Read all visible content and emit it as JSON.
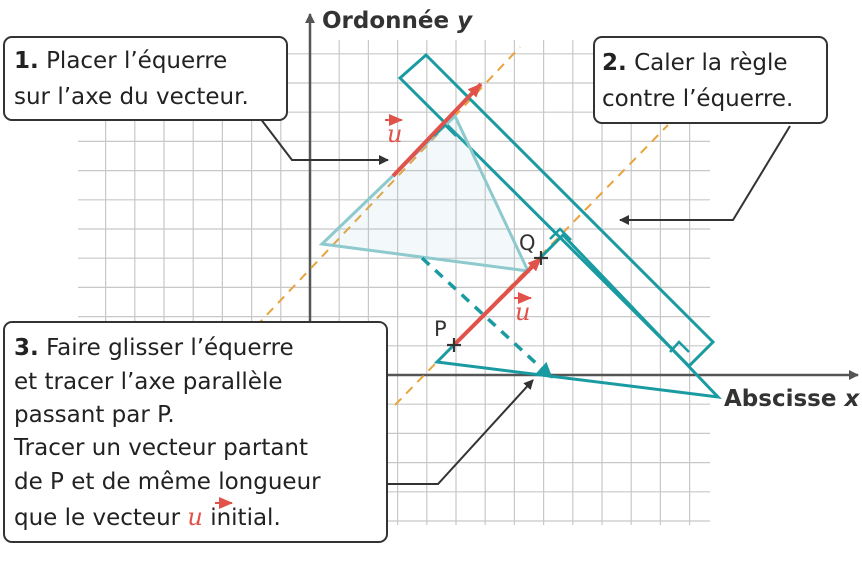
{
  "axes": {
    "y_label_text": "Ordonnée ",
    "y_label_var": "y",
    "x_label_text": "Abscisse ",
    "x_label_var": "x"
  },
  "points": {
    "p": "P",
    "q": "Q",
    "vector_symbol": "u"
  },
  "steps": [
    {
      "number": "1.",
      "lines": [
        "Placer l’équerre",
        "sur l’axe du vecteur."
      ]
    },
    {
      "number": "2.",
      "lines": [
        "Caler la règle",
        "contre l’équerre."
      ]
    },
    {
      "number": "3.",
      "lines": [
        "Faire glisser l’équerre",
        "et tracer l’axe parallèle",
        "passant par P.",
        "Tracer un vecteur partant",
        "de P et de même longueur",
        "que le vecteur ",
        " initial."
      ]
    }
  ],
  "colors": {
    "teal": "#1a9ba2",
    "teal_light": "#8ec9cd",
    "vector": "#e0524a",
    "guide": "#e8a33c",
    "grid": "#c8c8c8",
    "axis": "#555555"
  }
}
